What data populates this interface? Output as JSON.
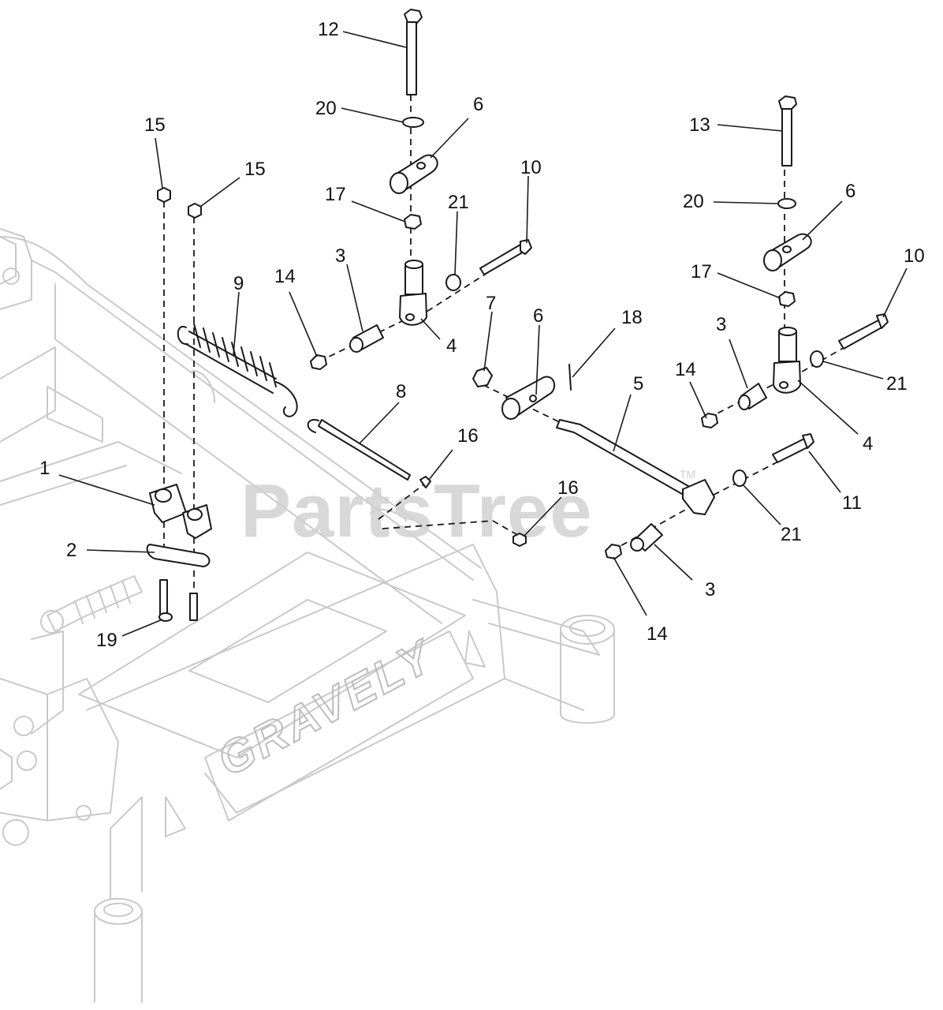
{
  "watermark": {
    "text": "PartsTree",
    "trademark": "TM"
  },
  "frame_brand": "GRAVELY",
  "callouts": {
    "c12": "12",
    "c20a": "20",
    "c6a": "6",
    "c15a": "15",
    "c15b": "15",
    "c17a": "17",
    "c21a": "21",
    "c10a": "10",
    "c9": "9",
    "c14a": "14",
    "c3a": "3",
    "c4a": "4",
    "c7": "7",
    "c6b": "6",
    "c18": "18",
    "c8": "8",
    "c5": "5",
    "c16a": "16",
    "c16b": "16",
    "c1": "1",
    "c2": "2",
    "c19": "19",
    "c13": "13",
    "c20b": "20",
    "c6c": "6",
    "c17b": "17",
    "c10b": "10",
    "c3b": "3",
    "c14b": "14",
    "c21b": "21",
    "c4b": "4",
    "c11": "11",
    "c21c": "21",
    "c3c": "3",
    "c14c": "14"
  }
}
